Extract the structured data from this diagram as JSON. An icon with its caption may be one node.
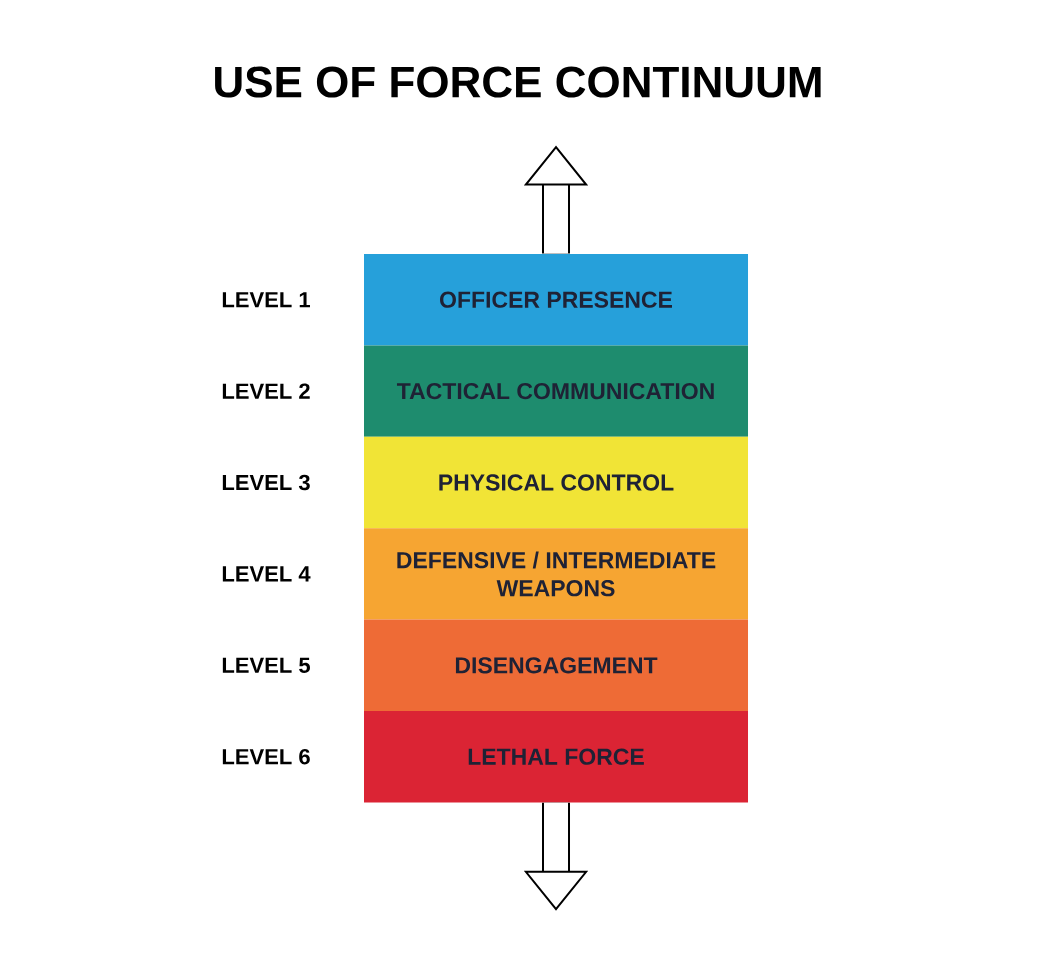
{
  "diagram": {
    "title": "USE OF FORCE CONTINUUM",
    "nodes": [
      {
        "text": [
          "OFFICER PRESENCE"
        ],
        "beside": [
          "LEVEL 1"
        ]
      },
      {
        "text": [
          "TACTICAL COMMUNICATION"
        ],
        "beside": [
          "LEVEL 2"
        ]
      },
      {
        "text": [
          "PHYSICAL CONTROL"
        ],
        "beside": [
          "LEVEL 3"
        ]
      },
      {
        "text": [
          "DEFENSIVE / INTERMEDIATE WEAPONS"
        ],
        "beside": [
          "LEVEL 4"
        ]
      },
      {
        "text": [
          "DISENGAGEMENT"
        ],
        "beside": [
          "LEVEL 5"
        ]
      },
      {
        "text": [
          "LETHAL FORCE"
        ],
        "beside": [
          "LEVEL 6"
        ]
      }
    ],
    "edges": [
      {
        "from": 0,
        "to": null,
        "arrow": "to"
      },
      {
        "from": 5,
        "to": null,
        "arrow": "to"
      }
    ]
  }
}
